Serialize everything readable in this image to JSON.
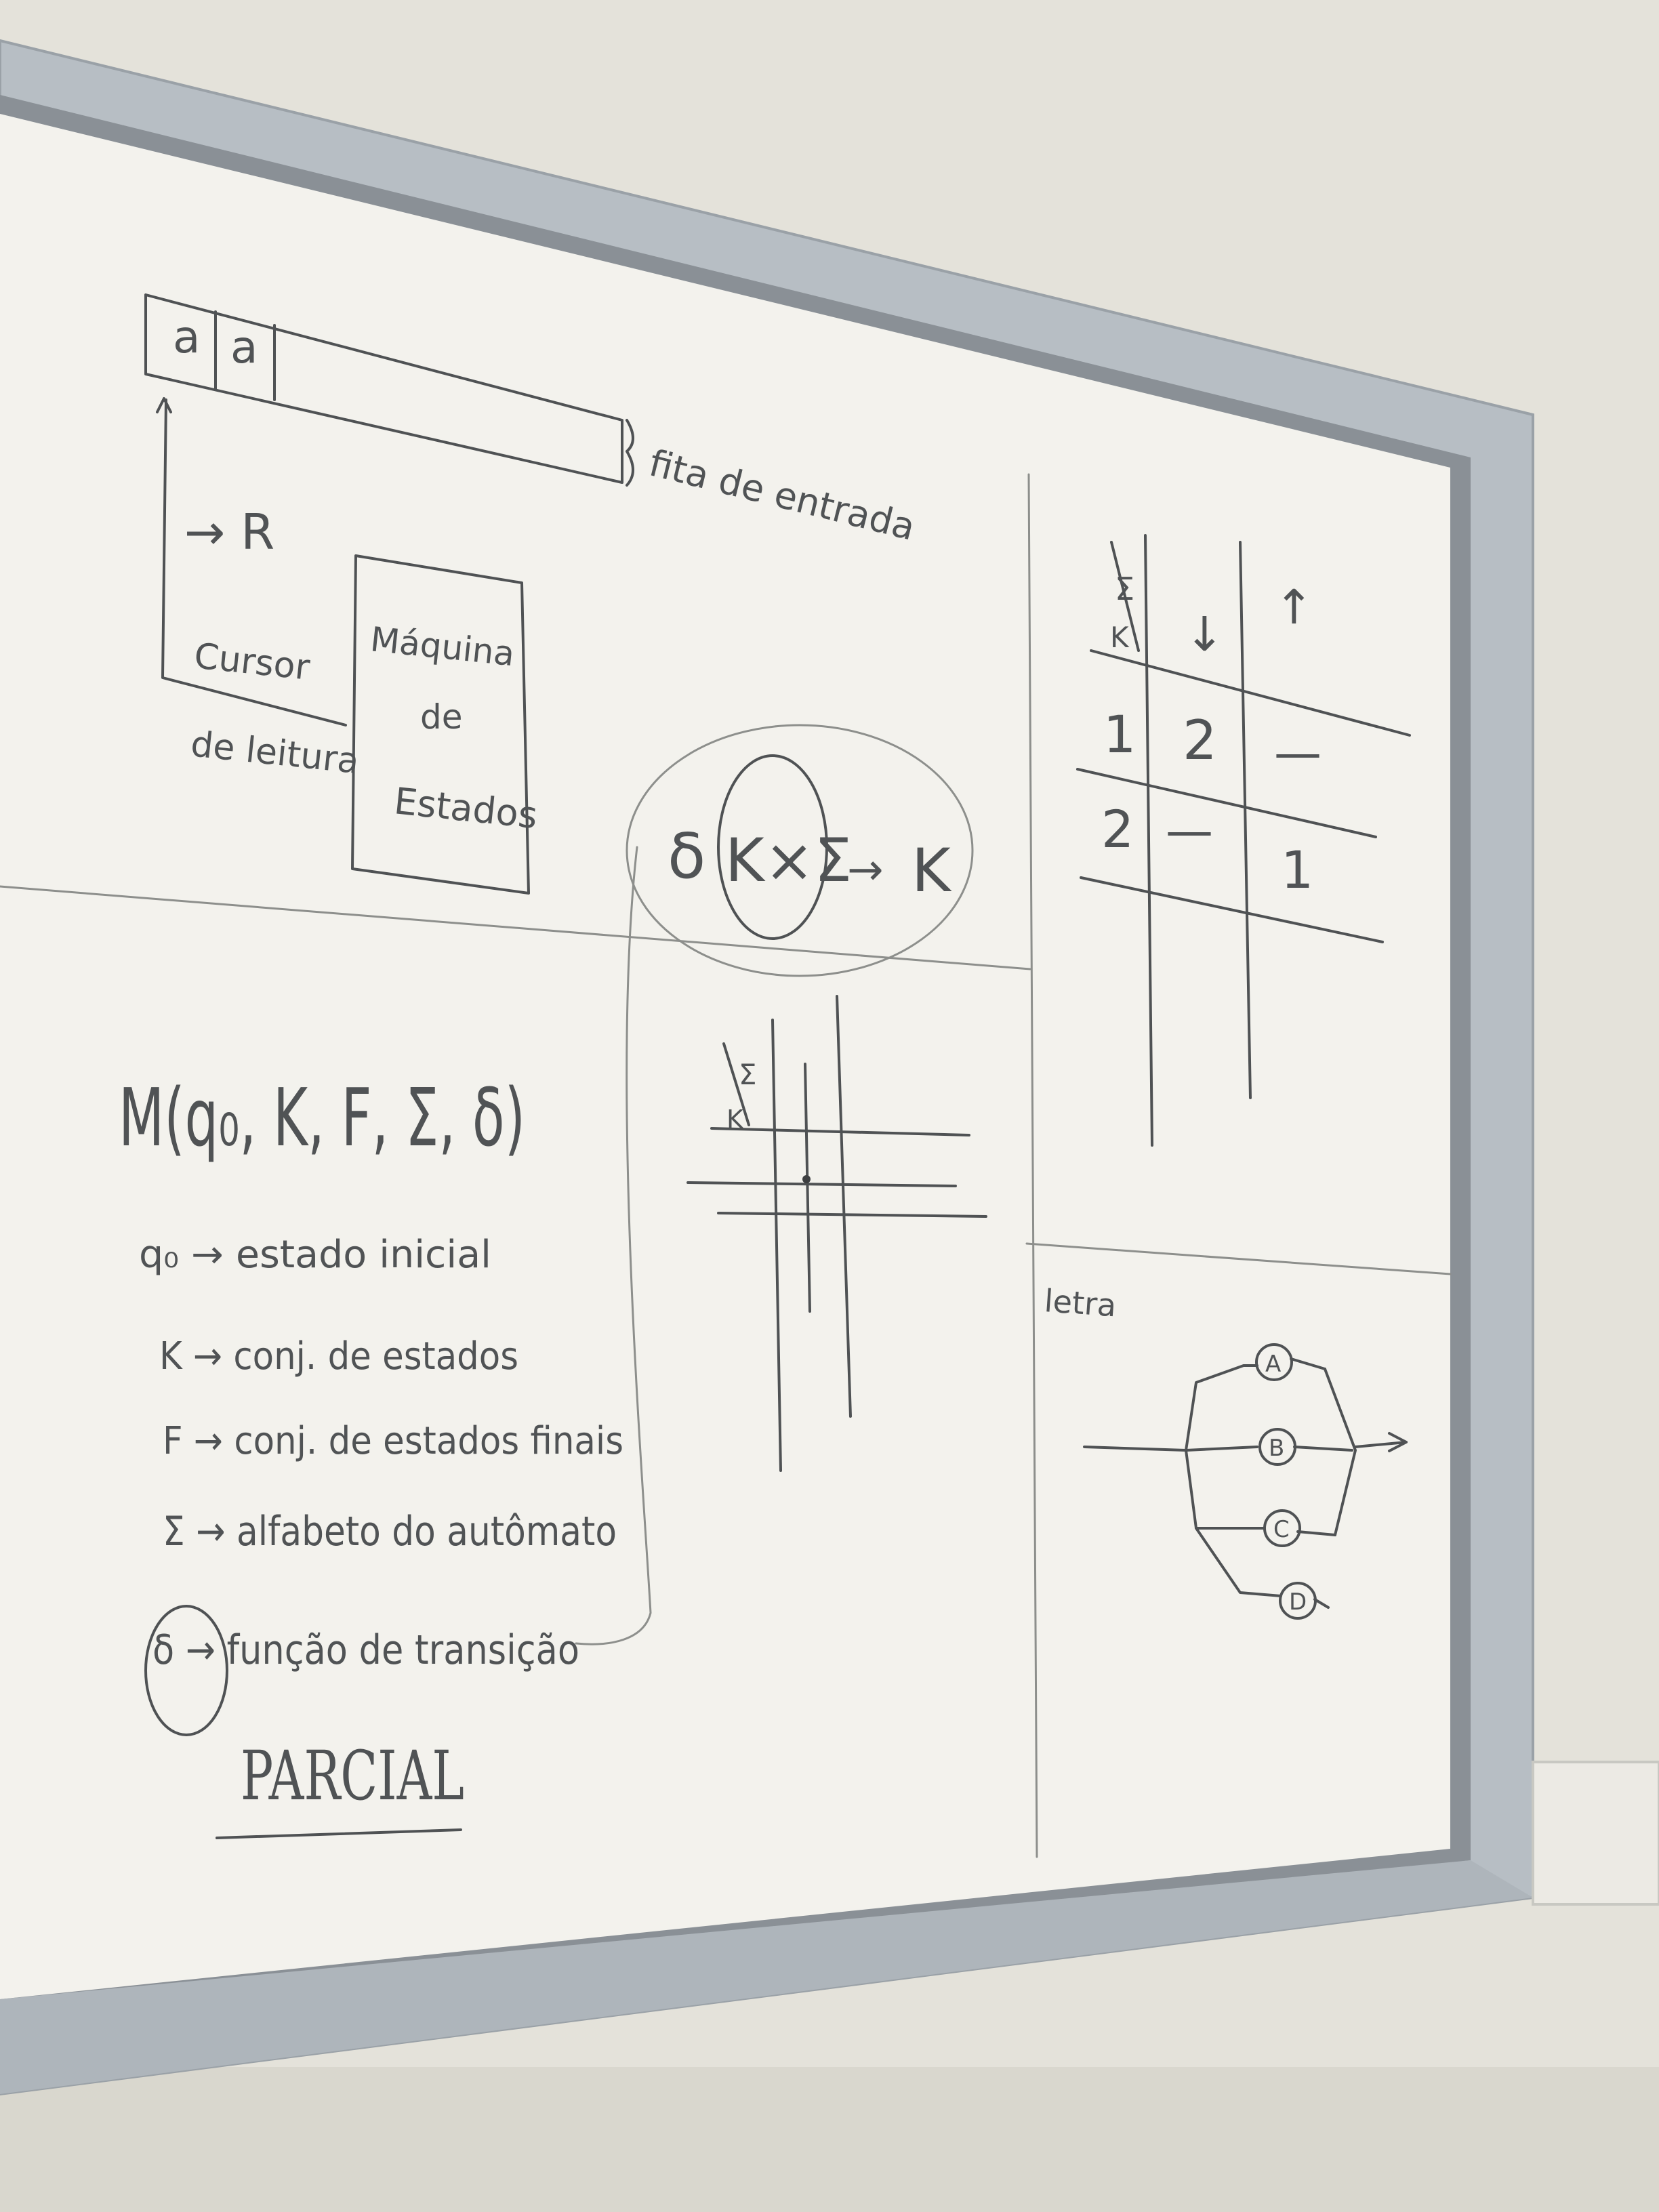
{
  "tape": {
    "cells": [
      "a",
      "a"
    ],
    "label": "fita de entrada"
  },
  "cursor": {
    "arrow_label": "→ R",
    "label_line1": "Cursor",
    "label_line2": "de leitura"
  },
  "state_machine": {
    "line1": "Máquina",
    "line2": "de",
    "line3": "Estados"
  },
  "transition_def": {
    "delta": "δ",
    "domain": "K×Σ",
    "arrow": "→",
    "codomain": "K"
  },
  "transition_table": {
    "corner_top": "Σ",
    "corner_bottom": "K",
    "columns": [
      "↓",
      "↑"
    ],
    "rows": [
      [
        "1",
        "2",
        "—"
      ],
      [
        "2",
        "—",
        "1"
      ]
    ]
  },
  "small_table": {
    "corner_top": "Σ",
    "corner_bottom": "K"
  },
  "automaton": {
    "head": "M(q₀, K, F, Σ, δ)",
    "defs": [
      "q₀ → estado inicial",
      "K → conj. de estados",
      "F → conj. de estados finais",
      "Σ → alfabeto do autômato",
      "δ → função de transição"
    ],
    "note": "PARCIAL"
  },
  "circuit": {
    "label": "letra",
    "nodes": [
      "A",
      "B",
      "C",
      "D"
    ]
  },
  "colors": {
    "frame": "#b9c0c6",
    "board": "#f2f1ec",
    "wall": "#e4e2da",
    "ink": "#505355"
  }
}
